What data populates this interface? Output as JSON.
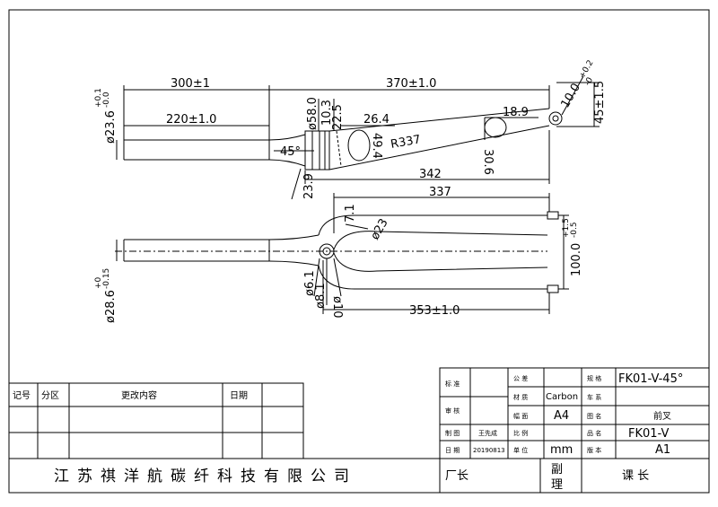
{
  "dimensions": {
    "d_300": "300±1",
    "d_370": "370±1.0",
    "d_220": "220±1.0",
    "d_236": "ø23.6",
    "d_236_tol_up": "+0.1",
    "d_236_tol_dn": "-0.0",
    "d_580": "ø58.0",
    "d_103": "10.3",
    "d_225": "22.5",
    "d_264": "26.4",
    "d_189": "18.9",
    "d_494": "49.4",
    "d_r337": "R337",
    "d_306": "30.6",
    "d_45deg": "45°",
    "d_239": "23.9",
    "d_100_top": "10.0",
    "d_100_tol_up": "+0.2",
    "d_100_tol_dn": "-0",
    "d_45": "45±1.5",
    "d_342": "342",
    "d_337": "337",
    "d_71": "7.1",
    "d_23": "ø23",
    "d_1000": "100.0",
    "d_1000_tol_up": "+1.5",
    "d_1000_tol_dn": "-0.5",
    "d_286": "ø28.6",
    "d_286_tol_up": "+0",
    "d_286_tol_dn": "-0.15",
    "d_61": "ø6.1",
    "d_81": "ø8.1",
    "d_10": "ø10",
    "d_353": "353±1.0"
  },
  "revision_table": {
    "headers": [
      "记号",
      "分区",
      "更改内容",
      "日期"
    ]
  },
  "title_block": {
    "std_label": "标 准",
    "review_label": "审 核",
    "draw_label": "制 图",
    "draw_value": "王先成",
    "date_label": "日 期",
    "date_value": "20190813",
    "tolerance_label": "公 差",
    "material_label": "材 质",
    "material_value": "Carbon",
    "sheet_label": "幅 面",
    "sheet_value": "A4",
    "scale_label": "比 例",
    "unit_label": "单 位",
    "unit_value": "mm",
    "spec_label": "规 格",
    "spec_value": "FK01-V-45°",
    "series_label": "车 系",
    "drawing_name_label": "图 名",
    "drawing_name_value": "前叉",
    "product_label": "品 名",
    "product_value": "FK01-V",
    "version_label": "版 本",
    "version_value": "A1"
  },
  "footer": {
    "company": "江苏祺洋航碳纤科技有限公司",
    "factory_manager": "厂长",
    "deputy_manager_1": "副",
    "deputy_manager_2": "理",
    "section_chief": "课 长"
  }
}
